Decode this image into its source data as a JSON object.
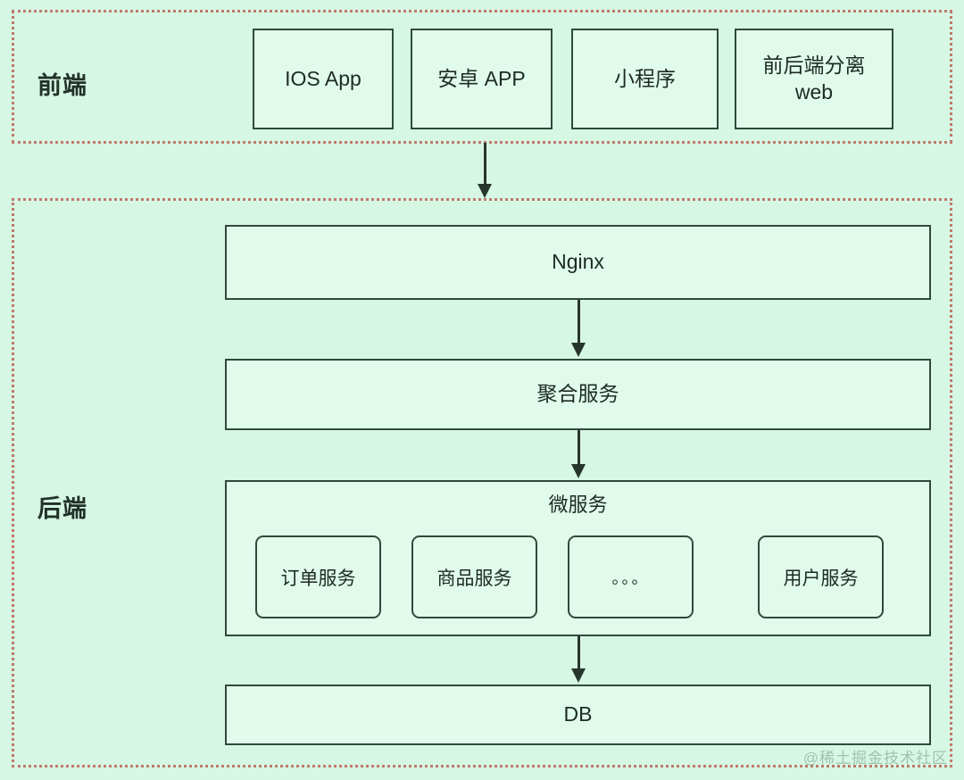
{
  "diagram": {
    "background_color": "#d6f7e3",
    "node_fill_color": "#e0fbeb",
    "node_border_color": "#2f4a3c",
    "region_border_color": "#c0796c",
    "arrow_color": "#27362d"
  },
  "frontend": {
    "label": "前端",
    "nodes": [
      {
        "label": "IOS App"
      },
      {
        "label": "安卓 APP"
      },
      {
        "label": "小程序"
      },
      {
        "label": "前后端分离\nweb"
      }
    ]
  },
  "backend": {
    "label": "后端",
    "nginx": {
      "label": "Nginx"
    },
    "aggregate": {
      "label": "聚合服务"
    },
    "microservices": {
      "title": "微服务",
      "items": [
        {
          "label": "订单服务"
        },
        {
          "label": "商品服务"
        },
        {
          "label": "。。。"
        },
        {
          "label": "用户服务"
        }
      ]
    },
    "database": {
      "label": "DB"
    }
  },
  "watermark": {
    "text": "@稀土掘金技术社区"
  }
}
